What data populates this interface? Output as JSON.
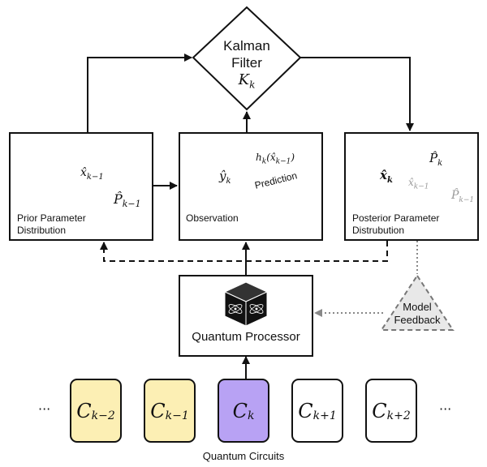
{
  "kalman_filter": {
    "title_line1": "Kalman",
    "title_line2": "Filter",
    "gain": "K",
    "gain_sub": "k"
  },
  "prior": {
    "label_line1": "Prior Parameter",
    "label_line2": "Distribution",
    "mean": "x̂",
    "mean_sub": "k−1",
    "cov": "P̂",
    "cov_sub": "k−1"
  },
  "observation": {
    "label": "Observation",
    "obs": "ŷ",
    "obs_sub": "k",
    "pred_func": "h",
    "pred_sub": "k",
    "pred_arg": "(x̂",
    "pred_arg_sub": "k−1",
    "pred_close": ")",
    "prediction": "Prediction"
  },
  "posterior": {
    "label_line1": "Posterior Parameter",
    "label_line2": "Distrubution",
    "mean": "x̂",
    "mean_sub": "k",
    "cov": "P̂",
    "cov_sub": "k",
    "prior_mean": "x̂",
    "prior_mean_sub": "k−1",
    "prior_cov": "P̂",
    "prior_cov_sub": "k−1"
  },
  "processor": {
    "label": "Quantum Processor"
  },
  "feedback": {
    "line1": "Model",
    "line2": "Feedback"
  },
  "circuits": {
    "caption": "Quantum Circuits",
    "ellipsis": "···",
    "items": [
      {
        "base": "C",
        "sub": "k−2"
      },
      {
        "base": "C",
        "sub": "k−1"
      },
      {
        "base": "C",
        "sub": "k"
      },
      {
        "base": "C",
        "sub": "k+1"
      },
      {
        "base": "C",
        "sub": "k+2"
      }
    ]
  },
  "colors": {
    "yellow": "#fcefb4",
    "purple": "#b8a2f4",
    "purple_edge": "#5b3fb6",
    "gray": "#cfcfcf"
  }
}
